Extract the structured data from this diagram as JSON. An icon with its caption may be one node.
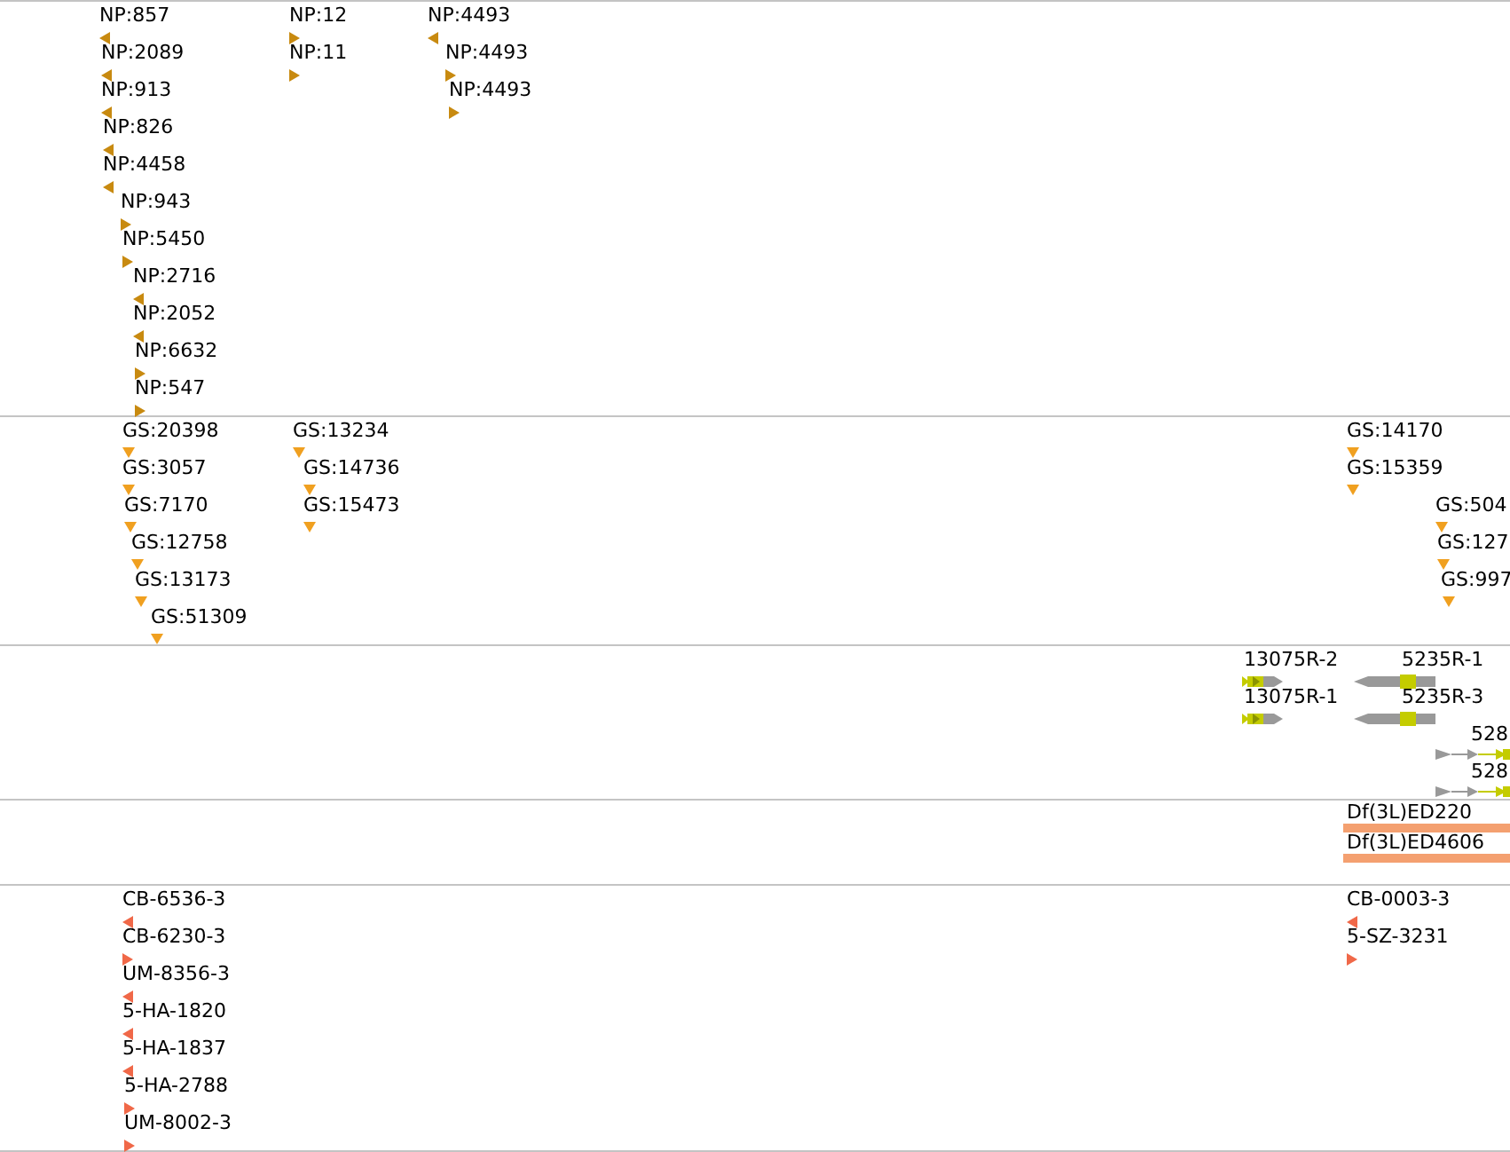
{
  "diagram": {
    "nodes": [
      {
        "text": [
          "NP:857"
        ]
      },
      {
        "text": [
          "NP:2089"
        ]
      },
      {
        "text": [
          "NP:913"
        ]
      },
      {
        "text": [
          "NP:826"
        ]
      },
      {
        "text": [
          "NP:4458"
        ]
      },
      {
        "text": [
          "NP:943"
        ]
      },
      {
        "text": [
          "NP:5450"
        ]
      },
      {
        "text": [
          "NP:2716"
        ]
      },
      {
        "text": [
          "NP:2052"
        ]
      },
      {
        "text": [
          "NP:6632"
        ]
      },
      {
        "text": [
          "NP:547"
        ]
      },
      {
        "text": [
          "NP:12"
        ]
      },
      {
        "text": [
          "NP:11"
        ]
      },
      {
        "text": [
          "NP:4493"
        ]
      },
      {
        "text": [
          "NP:4493"
        ]
      },
      {
        "text": [
          "NP:4493"
        ]
      },
      {
        "text": [
          "GS:20398"
        ]
      },
      {
        "text": [
          "GS:3057"
        ]
      },
      {
        "text": [
          "GS:7170"
        ]
      },
      {
        "text": [
          "GS:12758"
        ]
      },
      {
        "text": [
          "GS:13173"
        ]
      },
      {
        "text": [
          "GS:51309"
        ]
      },
      {
        "text": [
          "GS:13234"
        ]
      },
      {
        "text": [
          "GS:14736"
        ]
      },
      {
        "text": [
          "GS:15473"
        ]
      },
      {
        "text": [
          "GS:14170"
        ]
      },
      {
        "text": [
          "GS:15359"
        ]
      },
      {
        "text": [
          "GS:504"
        ]
      },
      {
        "text": [
          "GS:127"
        ]
      },
      {
        "text": [
          "GS:997"
        ]
      },
      {
        "text": [
          "13075R-2"
        ]
      },
      {
        "text": [
          "13075R-1"
        ]
      },
      {
        "text": [
          "5235R-1"
        ]
      },
      {
        "text": [
          "5235R-3"
        ]
      },
      {
        "text": [
          "528"
        ]
      },
      {
        "text": [
          "528"
        ]
      },
      {
        "text": [
          "Df(3L)ED220"
        ]
      },
      {
        "text": [
          "Df(3L)ED4606"
        ]
      },
      {
        "text": [
          "CB-6536-3"
        ]
      },
      {
        "text": [
          "CB-6230-3"
        ]
      },
      {
        "text": [
          "UM-8356-3"
        ]
      },
      {
        "text": [
          "5-HA-1820"
        ]
      },
      {
        "text": [
          "5-HA-1837"
        ]
      },
      {
        "text": [
          "5-HA-2788"
        ]
      },
      {
        "text": [
          "UM-8002-3"
        ]
      },
      {
        "text": [
          "CB-0003-3"
        ]
      },
      {
        "text": [
          "5-SZ-3231"
        ]
      }
    ]
  }
}
